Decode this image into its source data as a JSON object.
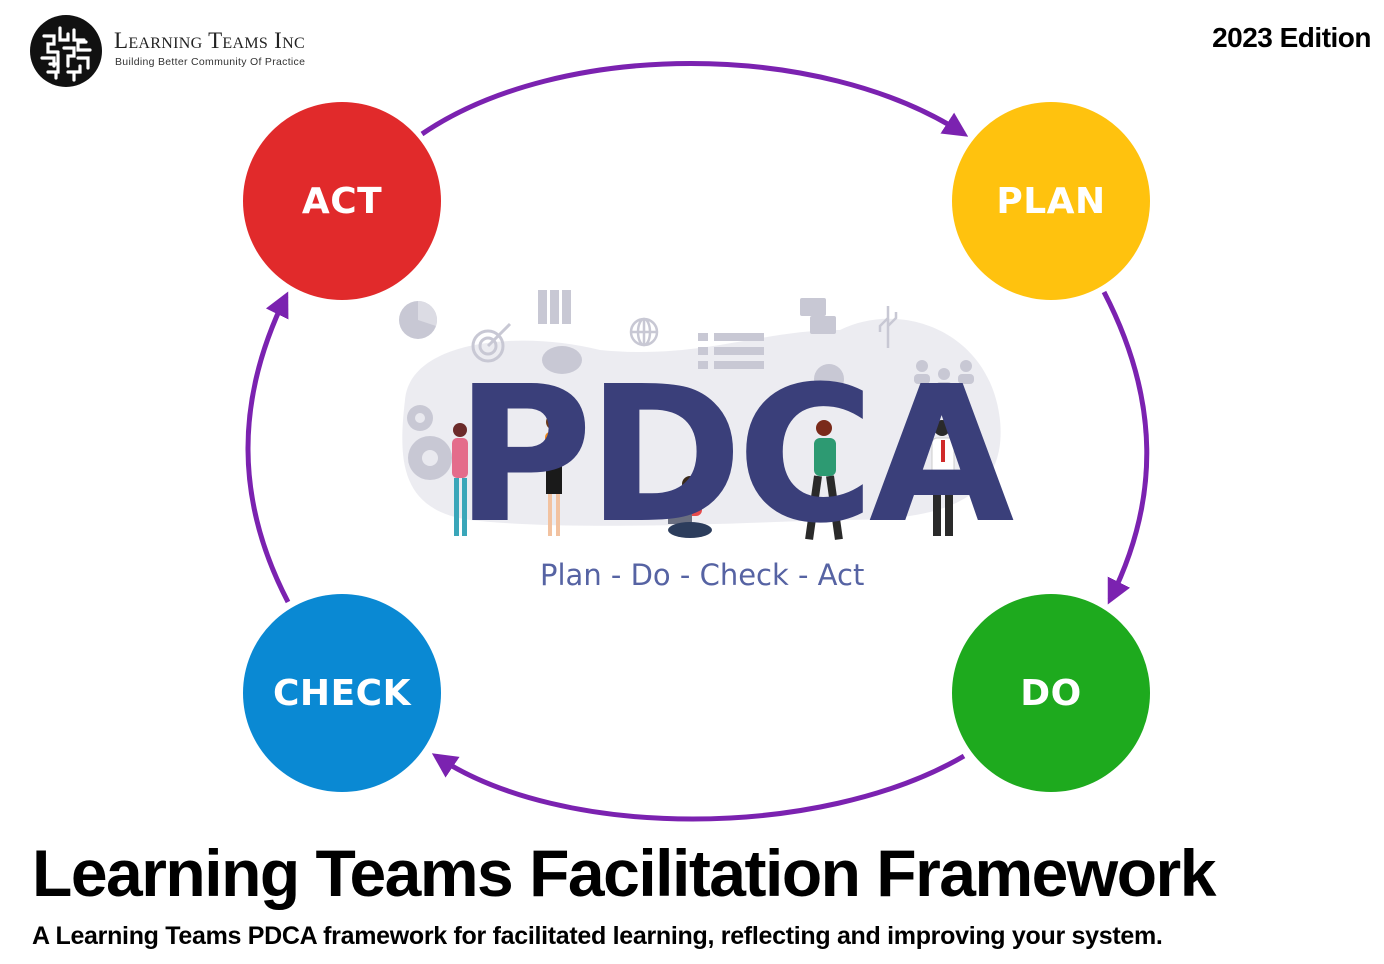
{
  "brand": {
    "name": "Learning Teams Inc",
    "tagline": "Building Better Community Of Practice"
  },
  "edition": "2023 Edition",
  "cycle": {
    "nodes": [
      {
        "label": "ACT",
        "color": "#e12a2b"
      },
      {
        "label": "PLAN",
        "color": "#ffc20e"
      },
      {
        "label": "DO",
        "color": "#1eaa1e"
      },
      {
        "label": "CHECK",
        "color": "#0a89d3"
      }
    ],
    "arrow_color": "#7b22b0"
  },
  "center": {
    "word": "PDCA",
    "subtitle": "Plan - Do - Check - Act",
    "word_color": "#3a3f7a"
  },
  "footer": {
    "title": "Learning Teams Facilitation Framework",
    "subtitle": "A Learning Teams PDCA framework for facilitated learning, reflecting and improving your system."
  }
}
